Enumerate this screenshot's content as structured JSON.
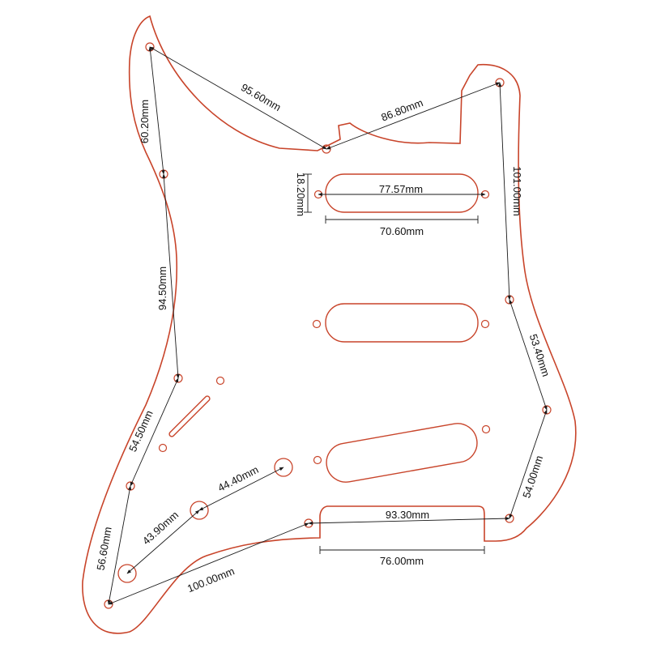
{
  "colors": {
    "outline": "#c8442a",
    "dimension": "#1a1a1a",
    "background": "#ffffff"
  },
  "dimensions": {
    "d_95_60": "95.60mm",
    "d_86_80": "86.80mm",
    "d_60_20": "60.20mm",
    "d_18_20": "18.20mm",
    "d_77_57": "77.57mm",
    "d_70_60": "70.60mm",
    "d_101_00": "101.00mm",
    "d_94_50": "94.50mm",
    "d_53_40": "53.40mm",
    "d_54_50": "54.50mm",
    "d_44_40": "44.40mm",
    "d_54_00": "54.00mm",
    "d_43_90": "43.90mm",
    "d_93_30": "93.30mm",
    "d_56_60": "56.60mm",
    "d_76_00": "76.00mm",
    "d_100_00": "100.00mm"
  }
}
